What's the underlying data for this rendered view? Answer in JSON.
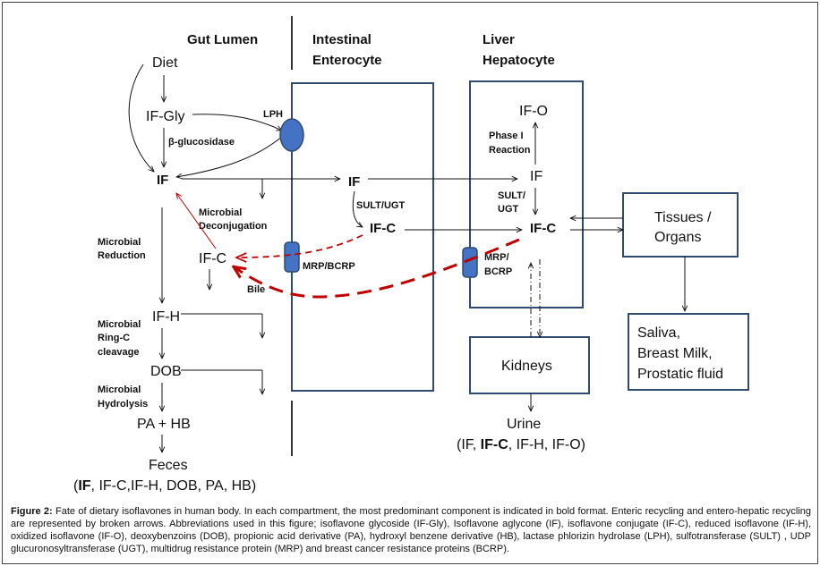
{
  "headers": {
    "gut_lumen": "Gut Lumen",
    "intestinal_line1": "Intestinal",
    "intestinal_line2": "Enterocyte",
    "liver_line1": "Liver",
    "liver_line2": "Hepatocyte"
  },
  "gut": {
    "diet": "Diet",
    "if_gly": "IF-Gly",
    "beta_glucosidase": "β-glucosidase",
    "if": "IF",
    "microbial_deconj_1": "Microbial",
    "microbial_deconj_2": "Deconjugation",
    "microbial_reduction_1": "Microbial",
    "microbial_reduction_2": "Reduction",
    "if_c": "IF-C",
    "bile": "Bile",
    "if_h": "IF-H",
    "ringc_1": "Microbial",
    "ringc_2": "Ring-C",
    "ringc_3": "cleavage",
    "dob": "DOB",
    "hydrolysis_1": "Microbial",
    "hydrolysis_2": "Hydrolysis",
    "pa_hb": "PA + HB",
    "feces": "Feces",
    "feces_list_bold": "IF",
    "feces_list_rest": ", IF-C,IF-H, DOB, PA, HB)",
    "feces_list_open": "("
  },
  "enterocyte": {
    "lph": "LPH",
    "if": "IF",
    "sult_ugt": "SULT/UGT",
    "if_c": "IF-C",
    "mrp_bcrp": "MRP/BCRP"
  },
  "liver": {
    "if_o": "IF-O",
    "phase1_1": "Phase I",
    "phase1_2": "Reaction",
    "if": "IF",
    "sult_1": "SULT/",
    "sult_2": "UGT",
    "if_c": "IF-C",
    "mrp_1": "MRP/",
    "mrp_2": "BCRP"
  },
  "tissues": {
    "line1": "Tissues /",
    "line2": "Organs"
  },
  "fluids": {
    "line1": "Saliva,",
    "line2": "Breast Milk,",
    "line3": "Prostatic fluid"
  },
  "kidneys": {
    "label": "Kidneys"
  },
  "urine": {
    "label": "Urine",
    "list_open": "(IF, ",
    "list_bold": "IF-C",
    "list_rest": ", IF-H, IF-O)"
  },
  "caption": {
    "label": "Figure 2:",
    "text": " Fate of dietary isoflavones in human body. In each compartment, the most predominant component is indicated in bold format. Enteric recycling and entero-hepatic recycling are represented by broken arrows. Abbreviations used in this figure; isoflavone glycoside (IF-Gly), Isoflavone aglycone (IF), isoflavone conjugate (IF-C), reduced isoflavone (IF-H), oxidized isoflavone (IF-O), deoxybenzoins (DOB), propionic acid derivative (PA), hydroxyl benzene derivative (HB), lactase phlorizin hydrolase (LPH), sulfotransferase (SULT) , UDP glucuronosyltransferase (UGT), multidrug resistance protein (MRP) and breast cancer resistance proteins (BCRP)."
  },
  "colors": {
    "box_stroke": "#2f4b6e",
    "transporter_fill": "#4472c4",
    "transporter_stroke": "#2f4b6e",
    "recycle_arrow": "#c00000",
    "text": "#111111"
  }
}
